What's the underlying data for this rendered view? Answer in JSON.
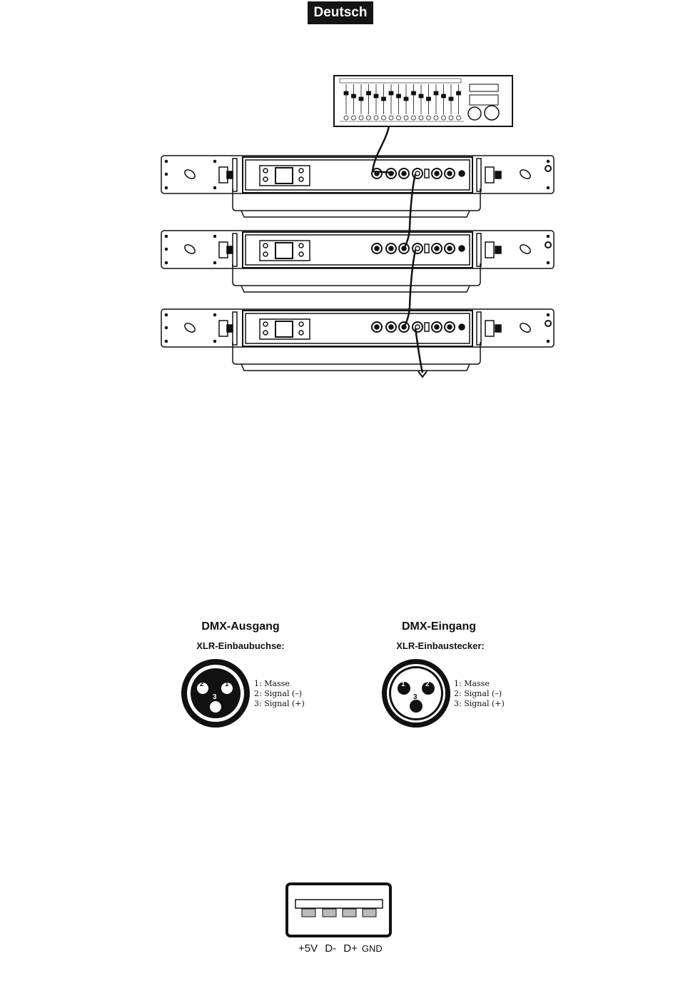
{
  "header": {
    "language_tag": "Deutsch"
  },
  "diagram": {
    "units": 3
  },
  "dmx_output": {
    "title": "DMX-Ausgang",
    "subtitle": "XLR-Einbaubuchse:",
    "pins": [
      "1: Masse",
      "2: Signal (–)",
      "3: Signal (+)"
    ],
    "pin_numbers": [
      "2",
      "1",
      "3"
    ]
  },
  "dmx_input": {
    "title": "DMX-Eingang",
    "subtitle": "XLR-Einbaustecker:",
    "pins": [
      "1: Masse",
      "2: Signal (–)",
      "3: Signal (+)"
    ],
    "pin_numbers": [
      "1",
      "2",
      "3"
    ]
  },
  "usb": {
    "labels": [
      "+5V",
      "D-",
      "D+",
      "GND"
    ]
  }
}
